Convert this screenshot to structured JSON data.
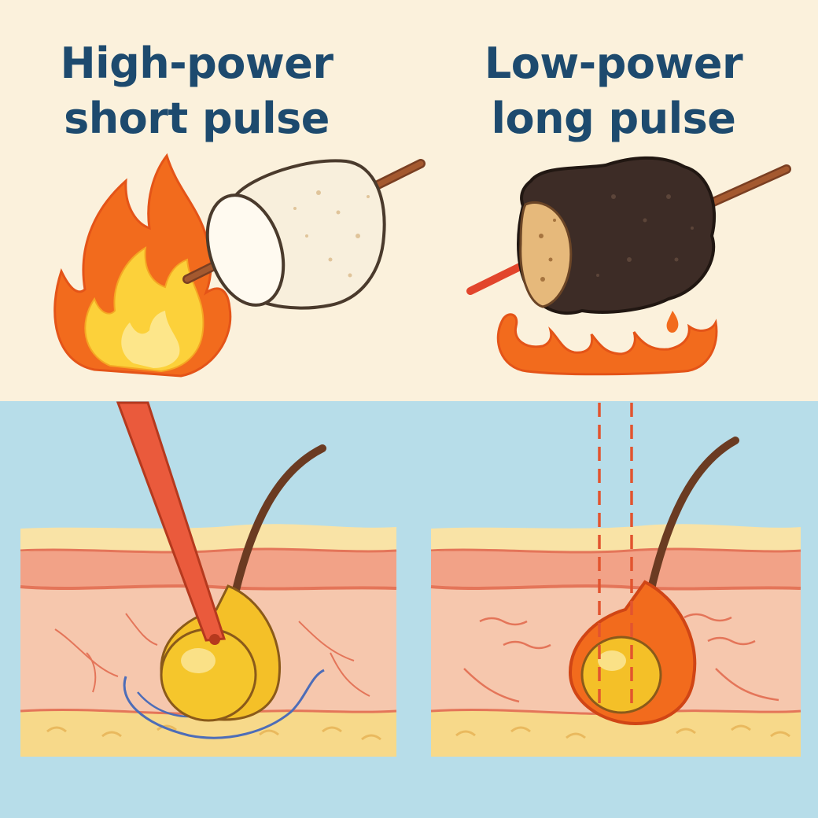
{
  "panels": [
    {
      "id": "high-power",
      "title_line1": "High-power",
      "title_line2": "short pulse"
    },
    {
      "id": "low-power",
      "title_line1": "Low-power",
      "title_line2": "long pulse"
    }
  ],
  "colors": {
    "top_background": "#fbf1dc",
    "bottom_background": "#b7dde9",
    "title": "#1d4a6e",
    "flame_outer": "#f26b1d",
    "flame_inner": "#fcd13a",
    "marshmallow": "#f8efdc",
    "burnt_marshmallow": "#3d2c26",
    "laser": "#ea5a3c",
    "bulb": "#f4c028",
    "skin_dermis": "#f6c7ad",
    "skin_epidermis": "#f2a287",
    "fat_layer": "#f7d98a",
    "nerve": "#4d6db8"
  },
  "icons": [
    "flame-icon",
    "marshmallow-icon",
    "burnt-marshmallow-icon",
    "laser-beam-icon",
    "hair-follicle-icon"
  ]
}
